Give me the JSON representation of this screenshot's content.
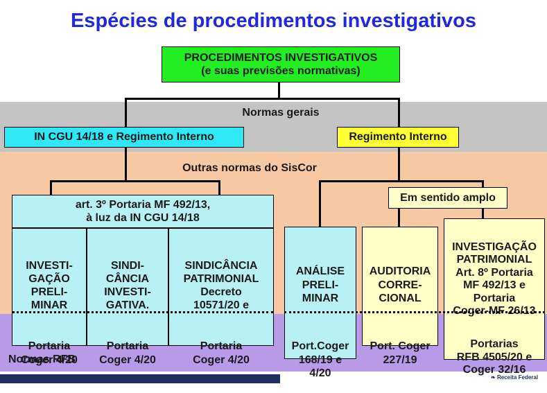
{
  "title": "Espécies de procedimentos investigativos",
  "root": "PROCEDIMENTOS INVESTIGATIVOS\n(e suas previsões normativas)",
  "bands": {
    "normas_gerais": "Normas gerais",
    "outras_normas": "Outras normas do SisCor",
    "normas_rfb": "Normas RFB"
  },
  "left_branch": "IN CGU 14/18 e Regimento Interno",
  "right_branch": "Regimento Interno",
  "left_group": "art. 3º Portaria MF 492/13,\nà luz da IN CGU 14/18",
  "right_group": "Em sentido amplo",
  "procedures": [
    {
      "top": "INVESTI-\nGAÇÃO\nPRELI-\nMINAR",
      "bottom": "Portaria\nCoger 4/20"
    },
    {
      "top": "SINDI-\nCÂNCIA\nINVESTI-\nGATIVA.",
      "bottom": "Portaria\nCoger 4/20"
    },
    {
      "top": "SINDICÂNCIA\nPATRIMONIAL\nDecreto\n10571/20 e",
      "bottom": "Portaria\nCoger 4/20"
    },
    {
      "top": "ANÁLISE\nPRELI-\nMINAR",
      "bottom": "Port.Coger\n168/19 e\n4/20"
    },
    {
      "top": "AUDITORIA\nCORRE-\nCIONAL",
      "bottom": "Port. Coger\n227/19"
    },
    {
      "top": "INVESTIGAÇÃO\nPATRIMONIAL\nArt. 8º Portaria\nMF 492/13 e\nPortaria\nCoger-MF 26/13",
      "bottom": "Portarias\nRFB 4505/20 e\nCoger 32/16"
    }
  ],
  "footer_logo": "Receita Federal",
  "colors": {
    "title": "#1f2bd6",
    "root": "#22ee22",
    "gray_band": "#c4c4c4",
    "orange_band": "#f7c9a2",
    "purple_band": "#b79ae8",
    "cyan": "#b7f0f5",
    "cyan_strong": "#2ee8f5",
    "yellow": "#ffffc8",
    "yellow_strong": "#ffff33",
    "navy": "#1e2f5e"
  }
}
